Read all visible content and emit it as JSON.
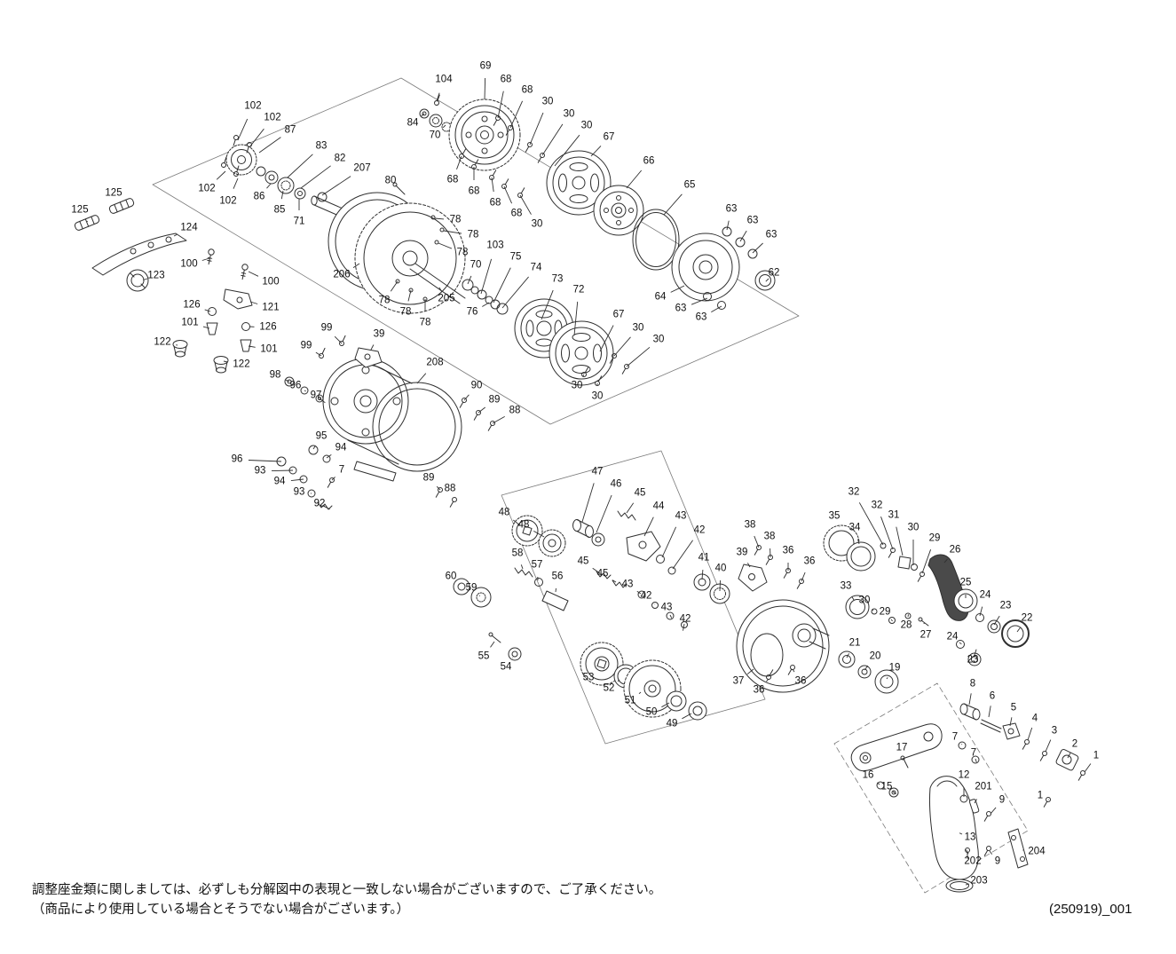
{
  "colors": {
    "ink": "#2f2f2f",
    "background": "#ffffff"
  },
  "footer": {
    "note_line1": "調整座金類に関しましては、必ずしも分解図中の表現と一致しない場合がございますので、ご了承ください。",
    "note_line2": "（商品により使用している場合とそうでない場合がございます。）",
    "doc_number": "(250919)_001"
  },
  "diagram": {
    "labels": [
      [
        "104",
        500,
        90,
        492,
        114
      ],
      [
        "84",
        465,
        139,
        478,
        128
      ],
      [
        "70",
        490,
        153,
        502,
        141
      ],
      [
        "69",
        547,
        75,
        546,
        112
      ],
      [
        "68",
        570,
        90,
        561,
        133
      ],
      [
        "68",
        594,
        102,
        575,
        144
      ],
      [
        "30",
        617,
        115,
        597,
        163
      ],
      [
        "30",
        641,
        129,
        611,
        175
      ],
      [
        "30",
        661,
        142,
        625,
        187
      ],
      [
        "67",
        686,
        155,
        666,
        176
      ],
      [
        "66",
        731,
        182,
        706,
        212
      ],
      [
        "65",
        777,
        209,
        748,
        242
      ],
      [
        "63",
        824,
        236,
        819,
        259
      ],
      [
        "63",
        848,
        249,
        834,
        272
      ],
      [
        "63",
        869,
        265,
        848,
        285
      ],
      [
        "62",
        872,
        308,
        866,
        314
      ],
      [
        "64",
        744,
        335,
        771,
        322
      ],
      [
        "63",
        767,
        348,
        797,
        336
      ],
      [
        "63",
        790,
        358,
        813,
        345
      ],
      [
        "102",
        285,
        120,
        268,
        158
      ],
      [
        "102",
        307,
        133,
        281,
        166
      ],
      [
        "87",
        327,
        147,
        292,
        172
      ],
      [
        "83",
        362,
        165,
        324,
        200
      ],
      [
        "82",
        383,
        179,
        339,
        212
      ],
      [
        "207",
        408,
        190,
        363,
        220
      ],
      [
        "80",
        440,
        204,
        450,
        213
      ],
      [
        "102",
        233,
        213,
        254,
        193
      ],
      [
        "102",
        257,
        227,
        268,
        201
      ],
      [
        "86",
        292,
        222,
        305,
        207
      ],
      [
        "85",
        315,
        237,
        319,
        215
      ],
      [
        "71",
        337,
        250,
        337,
        224
      ],
      [
        "68",
        510,
        203,
        520,
        176
      ],
      [
        "68",
        534,
        216,
        534,
        188
      ],
      [
        "68",
        558,
        229,
        554,
        200
      ],
      [
        "68",
        582,
        241,
        568,
        210
      ],
      [
        "30",
        605,
        253,
        586,
        220
      ],
      [
        "78",
        513,
        248,
        490,
        246
      ],
      [
        "78",
        533,
        265,
        500,
        260
      ],
      [
        "78",
        521,
        285,
        494,
        274
      ],
      [
        "103",
        558,
        277,
        542,
        331
      ],
      [
        "70",
        536,
        299,
        527,
        320
      ],
      [
        "75",
        581,
        290,
        556,
        341
      ],
      [
        "74",
        604,
        302,
        566,
        347
      ],
      [
        "73",
        628,
        315,
        610,
        360
      ],
      [
        "72",
        652,
        327,
        647,
        378
      ],
      [
        "67",
        697,
        355,
        676,
        396
      ],
      [
        "30",
        719,
        370,
        692,
        401
      ],
      [
        "30",
        742,
        383,
        706,
        413
      ],
      [
        "78",
        433,
        339,
        448,
        317
      ],
      [
        "78",
        457,
        352,
        463,
        327
      ],
      [
        "78",
        479,
        364,
        479,
        337
      ],
      [
        "205",
        503,
        337,
        498,
        329
      ],
      [
        "76",
        532,
        352,
        551,
        341
      ],
      [
        "30",
        650,
        435,
        658,
        422
      ],
      [
        "30",
        673,
        447,
        673,
        432
      ],
      [
        "125",
        128,
        218,
        136,
        230
      ],
      [
        "125",
        90,
        237,
        98,
        249
      ],
      [
        "124",
        213,
        257,
        196,
        266
      ],
      [
        "123",
        176,
        311,
        166,
        314
      ],
      [
        "100",
        213,
        298,
        236,
        291
      ],
      [
        "100",
        305,
        318,
        280,
        306
      ],
      [
        "126",
        216,
        344,
        237,
        351
      ],
      [
        "101",
        214,
        364,
        236,
        370
      ],
      [
        "121",
        305,
        347,
        282,
        340
      ],
      [
        "126",
        302,
        369,
        281,
        368
      ],
      [
        "101",
        303,
        394,
        280,
        390
      ],
      [
        "122",
        183,
        386,
        200,
        389
      ],
      [
        "122",
        272,
        411,
        252,
        407
      ],
      [
        "206",
        385,
        310,
        405,
        297
      ],
      [
        "99",
        368,
        370,
        385,
        387
      ],
      [
        "99",
        345,
        390,
        362,
        401
      ],
      [
        "39",
        427,
        377,
        418,
        394
      ],
      [
        "208",
        490,
        409,
        470,
        432
      ],
      [
        "98",
        310,
        423,
        326,
        430
      ],
      [
        "96",
        333,
        435,
        343,
        440
      ],
      [
        "97",
        356,
        446,
        360,
        449
      ],
      [
        "90",
        537,
        435,
        523,
        451
      ],
      [
        "89",
        557,
        451,
        539,
        465
      ],
      [
        "88",
        580,
        463,
        555,
        477
      ],
      [
        "95",
        362,
        492,
        353,
        506
      ],
      [
        "94",
        384,
        505,
        368,
        516
      ],
      [
        "96",
        267,
        518,
        317,
        520
      ],
      [
        "93",
        293,
        531,
        330,
        530
      ],
      [
        "94",
        315,
        543,
        342,
        540
      ],
      [
        "7",
        385,
        530,
        374,
        541
      ],
      [
        "93",
        337,
        555,
        351,
        556
      ],
      [
        "92",
        360,
        568,
        364,
        570
      ],
      [
        "89",
        483,
        539,
        496,
        552
      ],
      [
        "88",
        507,
        551,
        512,
        563
      ],
      [
        "48",
        568,
        578,
        586,
        592
      ],
      [
        "48",
        590,
        592,
        613,
        605
      ],
      [
        "47",
        673,
        532,
        656,
        588
      ],
      [
        "46",
        694,
        546,
        672,
        600
      ],
      [
        "45",
        721,
        556,
        706,
        578
      ],
      [
        "44",
        742,
        571,
        726,
        604
      ],
      [
        "43",
        767,
        582,
        746,
        628
      ],
      [
        "42",
        788,
        598,
        758,
        641
      ],
      [
        "41",
        793,
        629,
        791,
        653
      ],
      [
        "40",
        812,
        641,
        811,
        666
      ],
      [
        "45",
        657,
        633,
        676,
        646
      ],
      [
        "45",
        679,
        647,
        694,
        656
      ],
      [
        "43",
        707,
        659,
        722,
        669
      ],
      [
        "42",
        728,
        672,
        738,
        681
      ],
      [
        "43",
        751,
        685,
        755,
        693
      ],
      [
        "42",
        772,
        698,
        771,
        703
      ],
      [
        "39",
        836,
        623,
        845,
        639
      ],
      [
        "38",
        845,
        592,
        855,
        617
      ],
      [
        "38",
        867,
        605,
        868,
        628
      ],
      [
        "36",
        888,
        621,
        888,
        643
      ],
      [
        "36",
        912,
        633,
        903,
        655
      ],
      [
        "35",
        940,
        582,
        946,
        594
      ],
      [
        "34",
        963,
        595,
        968,
        613
      ],
      [
        "32",
        962,
        555,
        995,
        614
      ],
      [
        "32",
        988,
        570,
        1006,
        619
      ],
      [
        "31",
        1007,
        581,
        1017,
        626
      ],
      [
        "30",
        1029,
        595,
        1029,
        637
      ],
      [
        "29",
        1053,
        607,
        1039,
        646
      ],
      [
        "26",
        1076,
        620,
        1064,
        634
      ],
      [
        "33",
        953,
        661,
        962,
        676
      ],
      [
        "30",
        974,
        677,
        984,
        688
      ],
      [
        "29",
        997,
        690,
        1004,
        698
      ],
      [
        "28",
        1021,
        705,
        1023,
        695
      ],
      [
        "27",
        1043,
        716,
        1041,
        702
      ],
      [
        "25",
        1088,
        657,
        1088,
        674
      ],
      [
        "24",
        1110,
        671,
        1104,
        694
      ],
      [
        "23",
        1133,
        683,
        1120,
        704
      ],
      [
        "22",
        1157,
        697,
        1146,
        712
      ],
      [
        "24",
        1073,
        718,
        1081,
        724
      ],
      [
        "23",
        1096,
        744,
        1097,
        741
      ],
      [
        "60",
        508,
        650,
        518,
        659
      ],
      [
        "59",
        531,
        663,
        540,
        671
      ],
      [
        "58",
        583,
        624,
        589,
        641
      ],
      [
        "57",
        605,
        637,
        606,
        654
      ],
      [
        "56",
        628,
        650,
        626,
        667
      ],
      [
        "55",
        545,
        740,
        557,
        723
      ],
      [
        "54",
        570,
        752,
        578,
        741
      ],
      [
        "53",
        663,
        764,
        671,
        754
      ],
      [
        "52",
        686,
        776,
        698,
        766
      ],
      [
        "51",
        710,
        790,
        722,
        780
      ],
      [
        "50",
        734,
        803,
        754,
        792
      ],
      [
        "49",
        757,
        816,
        779,
        804
      ],
      [
        "37",
        832,
        768,
        849,
        754
      ],
      [
        "36",
        855,
        778,
        866,
        765
      ],
      [
        "36",
        902,
        768,
        893,
        754
      ],
      [
        "21",
        963,
        725,
        954,
        741
      ],
      [
        "20",
        986,
        740,
        974,
        755
      ],
      [
        "19",
        1008,
        753,
        999,
        765
      ],
      [
        "8",
        1096,
        771,
        1092,
        794
      ],
      [
        "6",
        1118,
        785,
        1114,
        808
      ],
      [
        "5",
        1142,
        798,
        1138,
        818
      ],
      [
        "4",
        1166,
        810,
        1158,
        834
      ],
      [
        "3",
        1188,
        824,
        1178,
        847
      ],
      [
        "2",
        1211,
        839,
        1203,
        854
      ],
      [
        "1",
        1235,
        852,
        1222,
        870
      ],
      [
        "7",
        1076,
        831,
        1084,
        839
      ],
      [
        "7",
        1097,
        849,
        1099,
        855
      ],
      [
        "1",
        1172,
        897,
        1181,
        901
      ],
      [
        "17",
        1016,
        843,
        1019,
        855
      ],
      [
        "16",
        978,
        874,
        991,
        884
      ],
      [
        "15",
        999,
        887,
        1006,
        892
      ],
      [
        "12",
        1086,
        874,
        1086,
        898
      ],
      [
        "201",
        1108,
        887,
        1098,
        905
      ],
      [
        "9",
        1129,
        902,
        1116,
        917
      ],
      [
        "13",
        1093,
        944,
        1084,
        940
      ],
      [
        "202",
        1096,
        971,
        1091,
        962
      ],
      [
        "9",
        1124,
        971,
        1115,
        959
      ],
      [
        "203",
        1103,
        993,
        1092,
        996
      ],
      [
        "204",
        1168,
        960,
        1152,
        958
      ]
    ]
  }
}
